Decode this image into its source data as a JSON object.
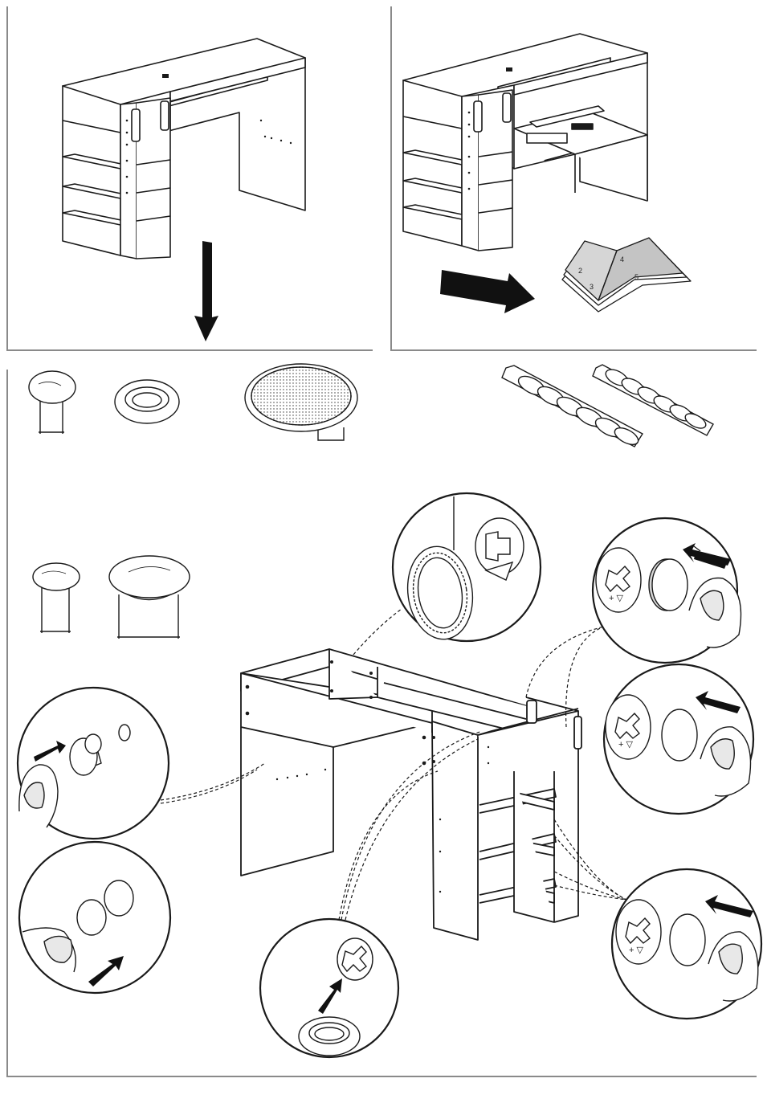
{
  "manual_page": {
    "step_top_left": {
      "arrow_direction": "down-icon"
    },
    "step_top_right": {
      "arrow_direction": "right-icon",
      "booklet": {
        "pages": [
          "2",
          "3",
          "4",
          "5"
        ],
        "icon": "instruction-booklet-icon"
      }
    },
    "parts": [
      {
        "icon": "mushroom-cap-small-icon"
      },
      {
        "icon": "ring-cap-icon"
      },
      {
        "icon": "round-dotted-cover-icon"
      },
      {
        "icon": "sticker-strip-6-icon"
      },
      {
        "icon": "sticker-strip-6-icon"
      },
      {
        "icon": "mushroom-cap-medium-icon"
      },
      {
        "icon": "mushroom-cap-large-icon"
      }
    ],
    "detail_callouts": [
      {
        "icon": "ring-cover-snap-detail-icon"
      },
      {
        "icon": "screw-head-sticker-cover-icon",
        "screw_marking": "+ ▽"
      },
      {
        "icon": "screw-head-sticker-cover-icon",
        "screw_marking": "+ ▽"
      },
      {
        "icon": "screw-head-sticker-cover-icon",
        "screw_marking": "+ ▽"
      },
      {
        "icon": "press-cap-into-hole-icon"
      },
      {
        "icon": "press-sticker-onto-hole-icon"
      },
      {
        "icon": "ring-cap-onto-screw-icon"
      }
    ],
    "colors": {
      "line": "#1a1a1a",
      "frame": "#8a8a8a",
      "fill": "#ffffff",
      "shade": "#d6d6d6",
      "arrow": "#111111"
    }
  }
}
